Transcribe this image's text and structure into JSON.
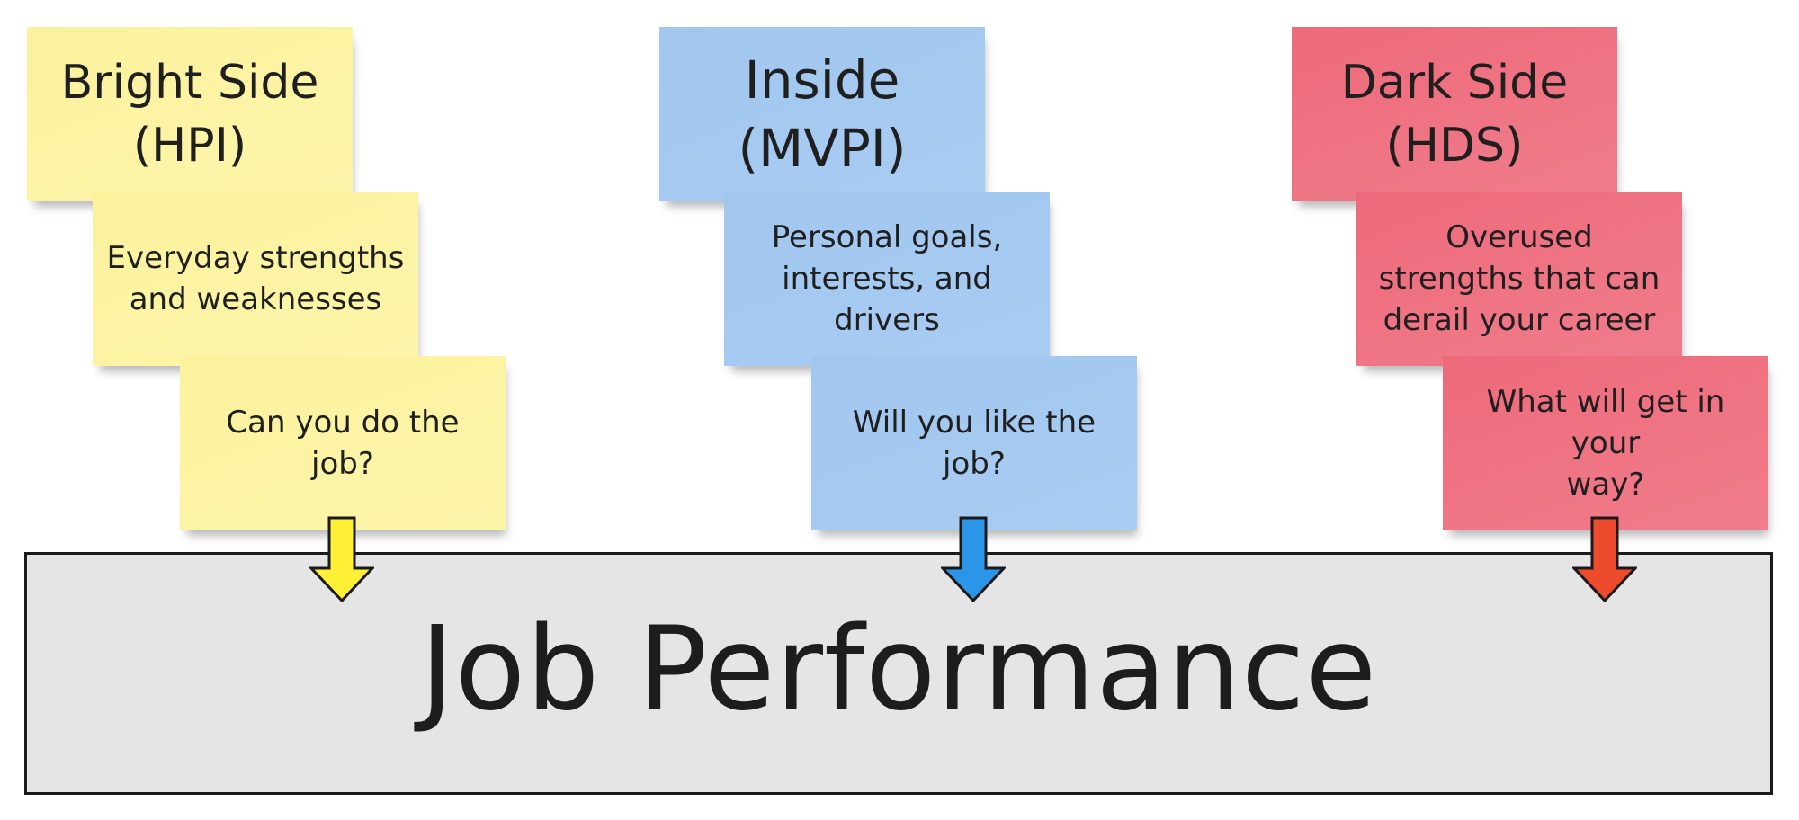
{
  "bright_side": {
    "title": "Bright Side\n(HPI)",
    "description": "Everyday strengths\nand weaknesses",
    "question": "Can you do the job?",
    "color": "#fdf5a6",
    "arrow_color": "#fff036"
  },
  "inside": {
    "title": "Inside\n(MVPI)",
    "description": "Personal goals,\ninterests, and\ndrivers",
    "question": "Will you like the job?",
    "color": "#a6caf1",
    "arrow_color": "#2b95e8"
  },
  "dark_side": {
    "title": "Dark Side\n(HDS)",
    "description": "Overused\nstrengths that can\nderail your career",
    "question": "What will get in your\nway?",
    "color": "#ef7282",
    "arrow_color": "#ee4a2d"
  },
  "outcome": {
    "label": "Job Performance"
  }
}
